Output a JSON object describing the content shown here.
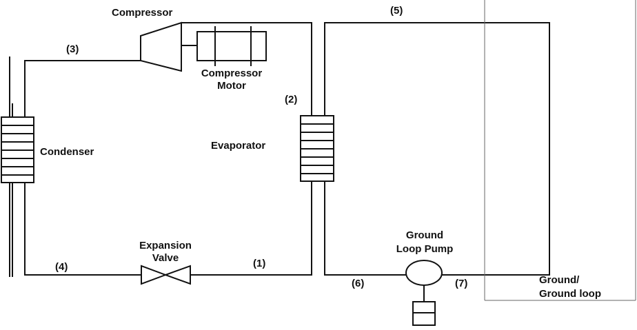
{
  "labels": {
    "compressor": "Compressor",
    "compressor_motor_line1": "Compressor",
    "compressor_motor_line2": "Motor",
    "condenser": "Condenser",
    "evaporator": "Evaporator",
    "expansion_valve_line1": "Expansion",
    "expansion_valve_line2": "Valve",
    "ground_loop_pump_line1": "Ground",
    "ground_loop_pump_line2": "Loop Pump",
    "ground_line1": "Ground/",
    "ground_line2": "Ground loop"
  },
  "state_points": {
    "p1": "(1)",
    "p2": "(2)",
    "p3": "(3)",
    "p4": "(4)",
    "p5": "(5)",
    "p6": "(6)",
    "p7": "(7)"
  }
}
